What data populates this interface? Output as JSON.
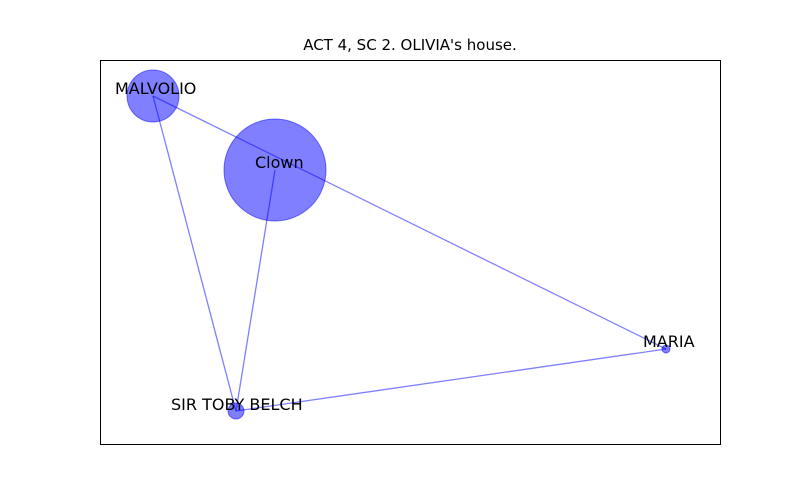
{
  "title": "ACT 4, SC 2. OLIVIA's house.",
  "colors": {
    "node": "#0000ff",
    "edge": "#0000ff"
  },
  "nodes": [
    {
      "id": "MALVOLIO",
      "label": "MALVOLIO"
    },
    {
      "id": "Clown",
      "label": "Clown"
    },
    {
      "id": "MARIA",
      "label": "MARIA"
    },
    {
      "id": "SIR_TOBY_BELCH",
      "label": "SIR TOBY BELCH"
    }
  ],
  "edges": [
    {
      "source": "MALVOLIO",
      "target": "MARIA"
    },
    {
      "source": "MALVOLIO",
      "target": "SIR_TOBY_BELCH"
    },
    {
      "source": "Clown",
      "target": "SIR_TOBY_BELCH"
    },
    {
      "source": "SIR_TOBY_BELCH",
      "target": "MARIA"
    }
  ]
}
